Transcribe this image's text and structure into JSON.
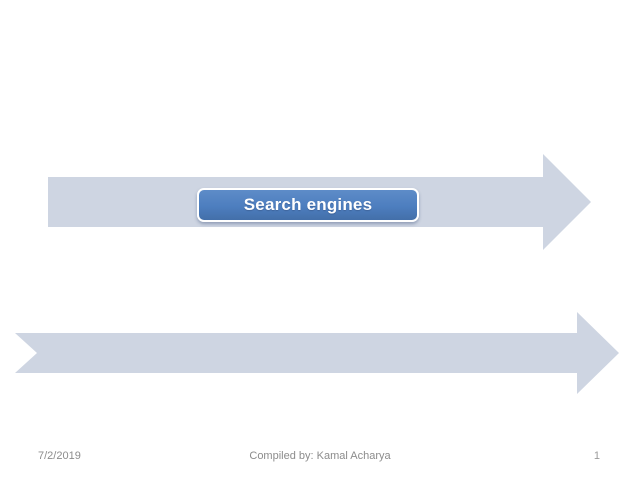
{
  "slide": {
    "title_button": {
      "label": "Search engines"
    },
    "shapes": [
      {
        "name": "top-arrow",
        "type": "right-arrow",
        "tail": "flat"
      },
      {
        "name": "bottom-arrow",
        "type": "right-arrow",
        "tail": "notched"
      }
    ],
    "footer": {
      "date": "7/2/2019",
      "credit": "Compiled by: Kamal Acharya",
      "page_number": "1"
    },
    "colors": {
      "background": "#ffffff",
      "arrow_fill": "#ced5e2",
      "button_fill": "#4d7ebf",
      "button_border": "#ffffff",
      "button_text": "#ffffff",
      "footer_text": "#8c8c8c"
    }
  }
}
